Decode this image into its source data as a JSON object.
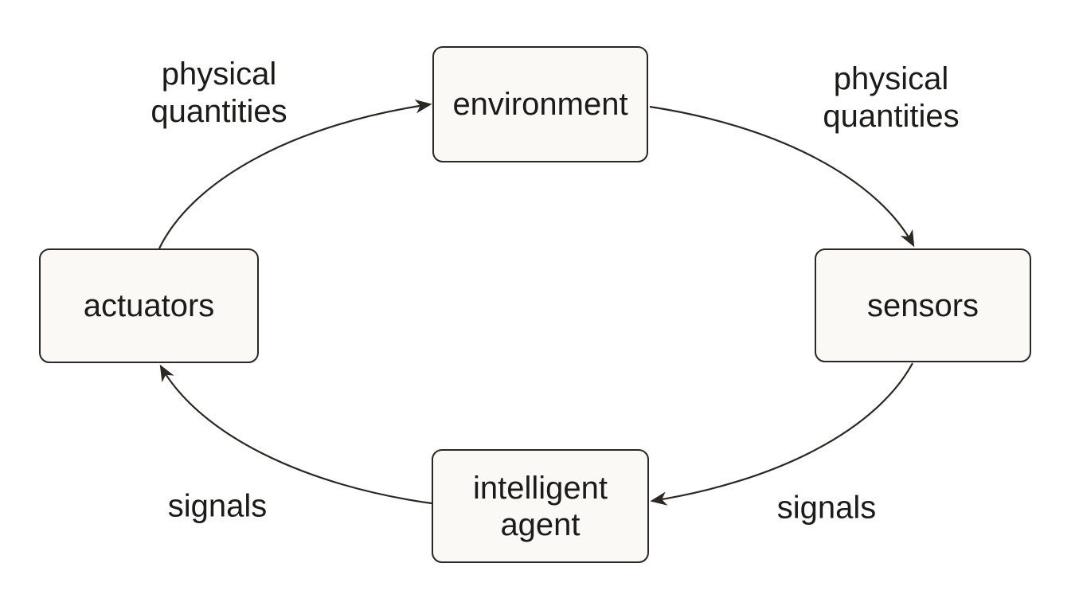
{
  "nodes": {
    "environment": {
      "label": "environment"
    },
    "sensors": {
      "label": "sensors"
    },
    "intelligent_agent": {
      "label": "intelligent agent"
    },
    "actuators": {
      "label": "actuators"
    }
  },
  "edges": [
    {
      "from": "actuators",
      "to": "environment",
      "label": "physical quantities"
    },
    {
      "from": "environment",
      "to": "sensors",
      "label": "physical quantities"
    },
    {
      "from": "sensors",
      "to": "intelligent_agent",
      "label": "signals"
    },
    {
      "from": "intelligent_agent",
      "to": "actuators",
      "label": "signals"
    }
  ],
  "colors": {
    "background": "#ffffff",
    "node_fill": "#faf9f6",
    "stroke": "#2b2823",
    "text": "#1c1b19"
  }
}
